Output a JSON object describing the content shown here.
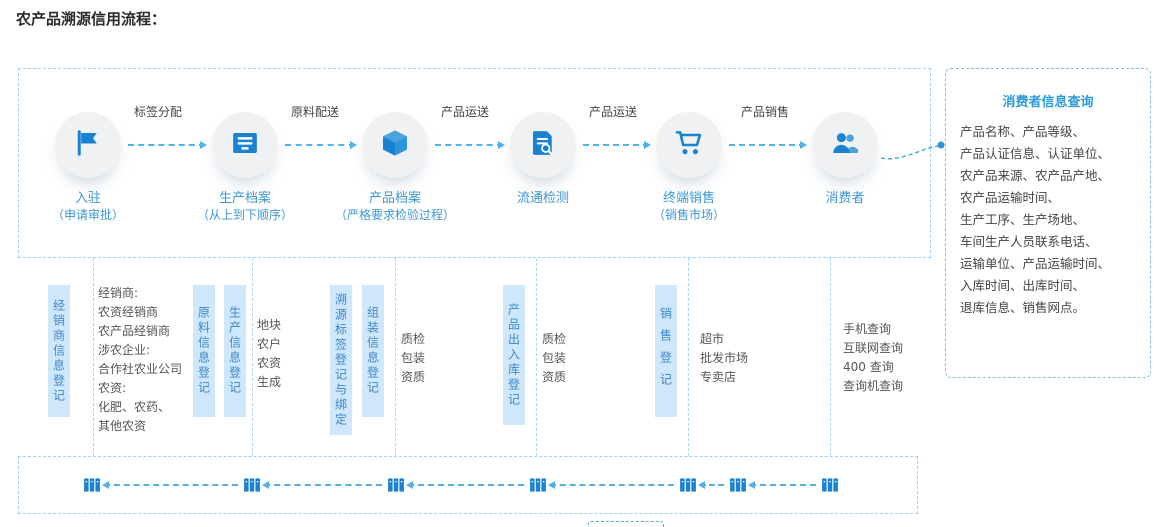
{
  "colors": {
    "accent_blue": "#1b82d2",
    "label_blue": "#3e97d4",
    "arrow_blue": "#4fb2e9",
    "bar_bg": "#cfe7fa",
    "bar_text": "#3d87c8"
  },
  "page": {
    "title": "农产品溯源信用流程："
  },
  "flow": {
    "steps": [
      {
        "label": "入驻",
        "sublabel": "（申请审批）"
      },
      {
        "label": "生产档案",
        "sublabel": "（从上到下顺序）"
      },
      {
        "label": "产品档案",
        "sublabel": "（严格要求检验过程）"
      },
      {
        "label": "流通检测",
        "sublabel": ""
      },
      {
        "label": "终端销售",
        "sublabel": "（销售市场）"
      },
      {
        "label": "消费者",
        "sublabel": ""
      }
    ],
    "transitions": [
      "标签分配",
      "原料配送",
      "产品运送",
      "产品运送",
      "产品销售"
    ]
  },
  "consumer_query": {
    "title": "消费者信息查询",
    "lines": [
      "产品名称、产品等级、",
      "产品认证信息、认证单位、",
      "农产品来源、农产品产地、",
      "农产品运输时间、",
      "生产工序、生产场地、",
      "车间生产人员联系电话、",
      "运输单位、产品运输时间、",
      "入库时间、出库时间、",
      "退库信息、销售网点。"
    ]
  },
  "registrations": {
    "bars": [
      "经销商信息登记",
      "原料信息登记",
      "生产信息登记",
      "溯源标签登记与绑定",
      "组装信息登记",
      "产品出入库登记",
      "销售登记"
    ],
    "dealer_detail": [
      "经销商:",
      "农资经销商",
      "农产品经销商",
      "涉农企业:",
      "合作社农业公司",
      "农资:",
      "化肥、农药、",
      "其他农资"
    ],
    "production_detail": [
      "地块",
      "农户",
      "农资",
      "生成"
    ],
    "assembly_detail": [
      "质检",
      "包装",
      "资质"
    ],
    "warehouse_detail": [
      "质检",
      "包装",
      "资质"
    ],
    "sales_detail": [
      "超市",
      "批发市场",
      "专卖店"
    ],
    "query_methods": [
      "手机查询",
      "互联网查询",
      "400 查询",
      "查询机查询"
    ]
  }
}
